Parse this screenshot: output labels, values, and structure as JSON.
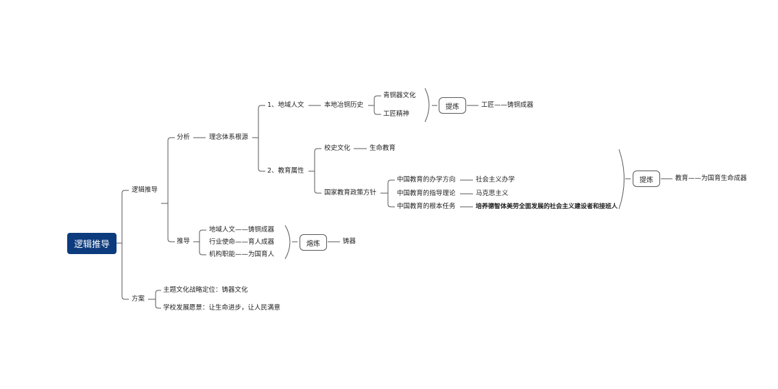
{
  "root": "逻辑推导",
  "branch_logic": {
    "label": "逻辑推导",
    "analysis": {
      "label": "分析",
      "source": "理念体系根源",
      "regional": {
        "label": "1、地域人文",
        "history": "本地冶铜历史",
        "items": [
          "青铜器文化",
          "工匠精神"
        ],
        "refine": "提炼",
        "result": "工匠——铸铜成器"
      },
      "education": {
        "label": "2、教育属性",
        "school_history": "校史文化",
        "school_history_result": "生命教育",
        "policy": "国家教育政策方针",
        "policy_items": [
          {
            "label": "中国教育的办学方向",
            "value": "社会主义办学"
          },
          {
            "label": "中国教育的指导理论",
            "value": "马克思主义"
          },
          {
            "label": "中国教育的根本任务",
            "value": "培养德智体美劳全面发展的社会主义建设者和接班人"
          }
        ],
        "refine": "提炼",
        "result": "教育——为国育生命成器"
      }
    },
    "derivation": {
      "label": "推导",
      "items": [
        "地域人文——铸铜成器",
        "行业使命——育人成器",
        "机构职能——为国育人"
      ],
      "smelt": "熔炼",
      "result": "铸器"
    }
  },
  "branch_plan": {
    "label": "方案",
    "items": [
      "主题文化战略定位：铸器文化",
      "学校发展愿景：让生命进步，让人民满意"
    ]
  }
}
